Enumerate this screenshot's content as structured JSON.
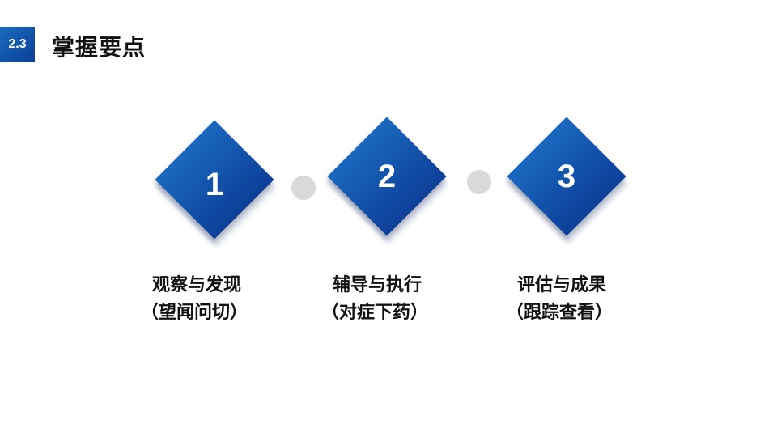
{
  "header": {
    "section_number": "2.3",
    "title": "掌握要点"
  },
  "steps": [
    {
      "number": "1",
      "title": "观察与发现",
      "subtitle": "（望闻问切）"
    },
    {
      "number": "2",
      "title": "辅导与执行",
      "subtitle": "（对症下药）"
    },
    {
      "number": "3",
      "title": "评估与成果",
      "subtitle": "（跟踪查看）"
    }
  ],
  "colors": {
    "accent": "#0d3f98",
    "accent_light": "#1a68bf",
    "connector": "#d9d9d9"
  }
}
